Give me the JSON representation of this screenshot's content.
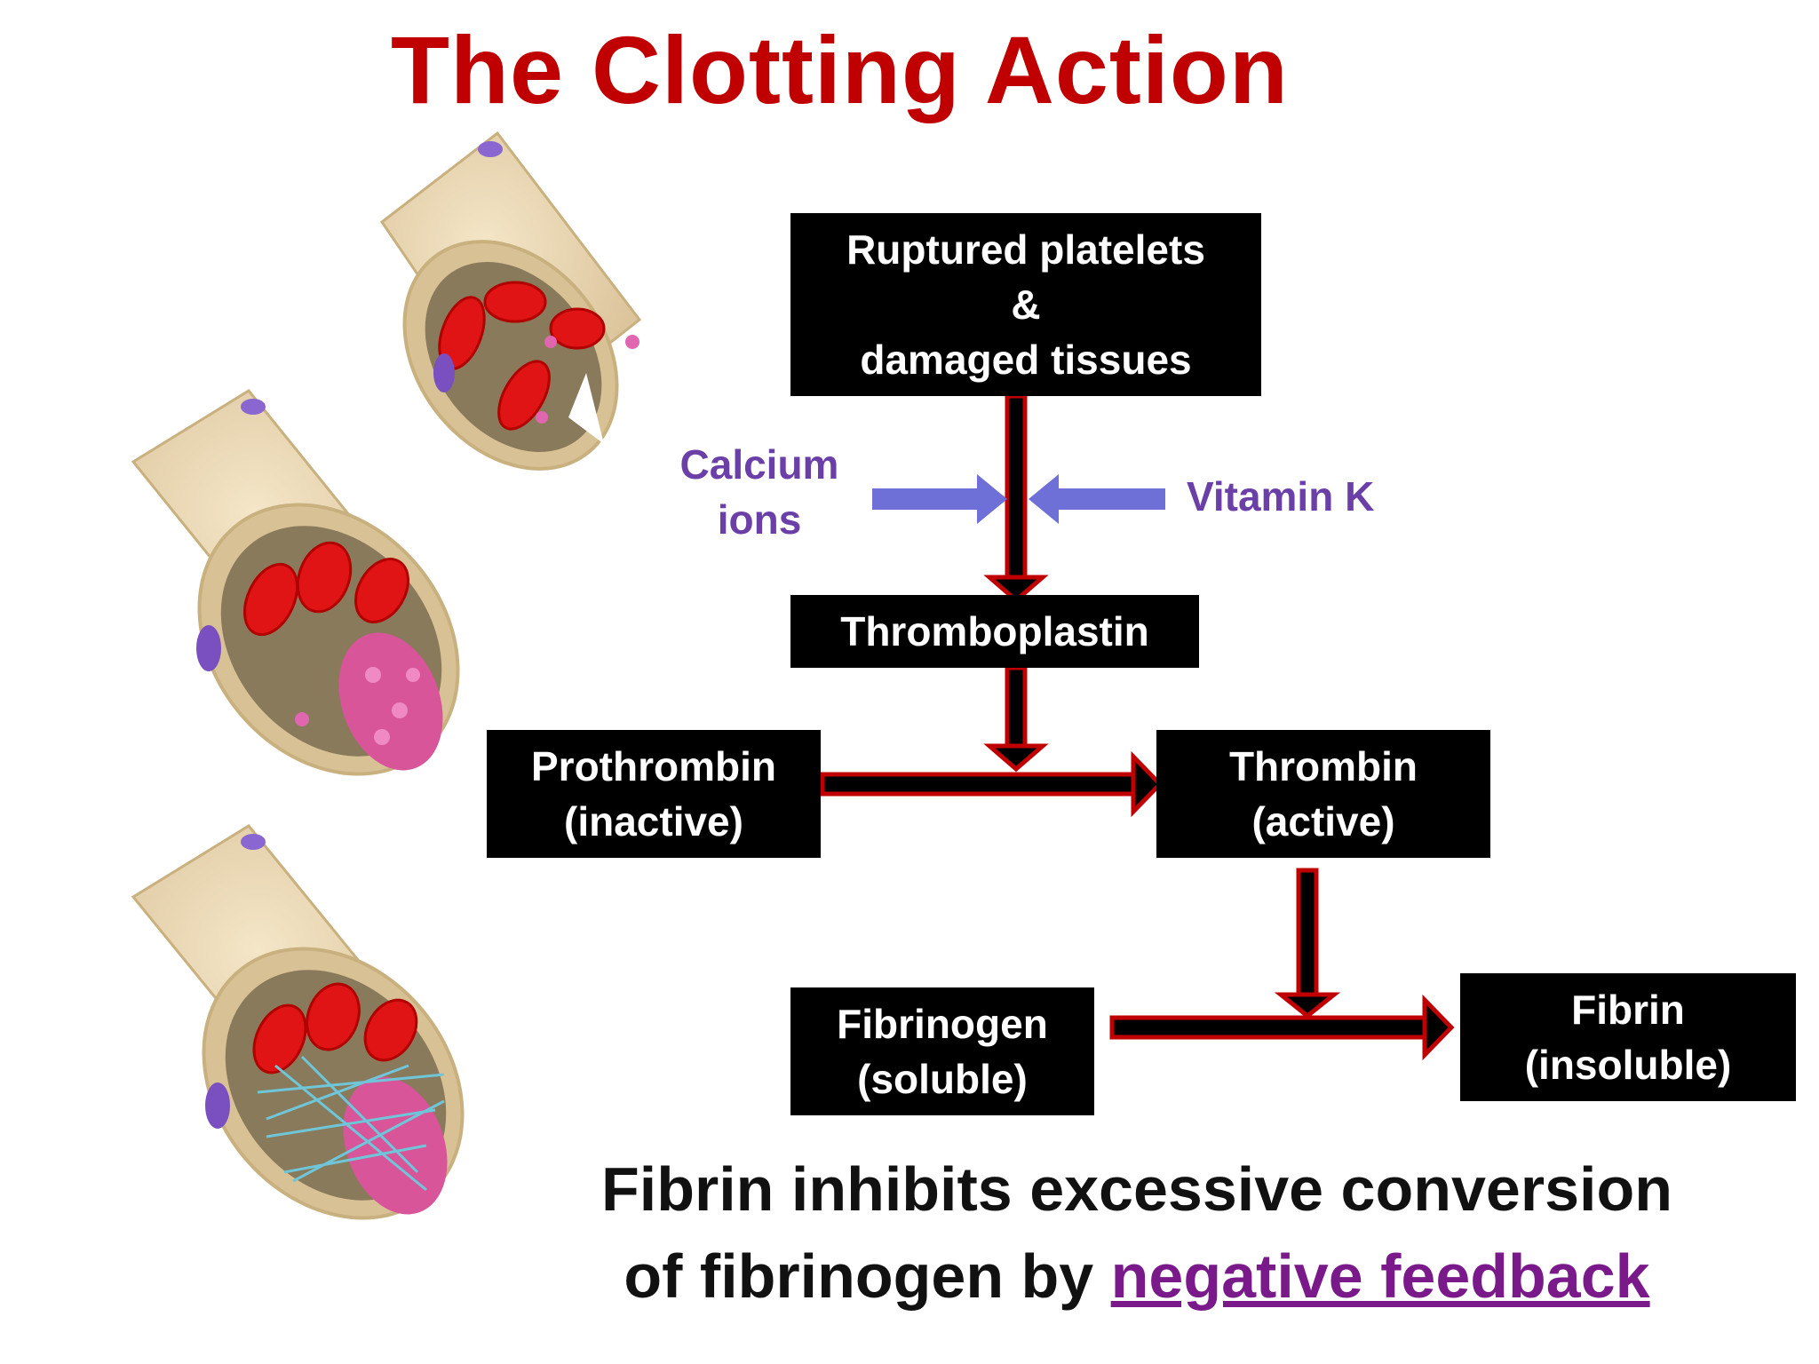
{
  "title": "The Clotting Action",
  "boxes": {
    "ruptured": [
      "Ruptured platelets",
      "&",
      "damaged tissues"
    ],
    "thromboplastin": [
      "Thromboplastin"
    ],
    "prothrombin": [
      "Prothrombin",
      "(inactive)"
    ],
    "thrombin": [
      "Thrombin",
      "(active)"
    ],
    "fibrinogen": [
      "Fibrinogen",
      "(soluble)"
    ],
    "fibrin": [
      "Fibrin",
      "(insoluble)"
    ]
  },
  "labels": {
    "calcium": [
      "Calcium",
      "ions"
    ],
    "vitamin_k": "Vitamin K"
  },
  "note": {
    "line1": "Fibrin inhibits excessive conversion",
    "line2_prefix": "of fibrinogen by ",
    "link": "negative feedback"
  },
  "colors": {
    "title": "#c00000",
    "box_bg": "#000000",
    "arrow_outline": "#c00000",
    "side_arrow": "#6f6fd8",
    "side_label": "#6b3fa8",
    "link": "#7a1a8a"
  }
}
